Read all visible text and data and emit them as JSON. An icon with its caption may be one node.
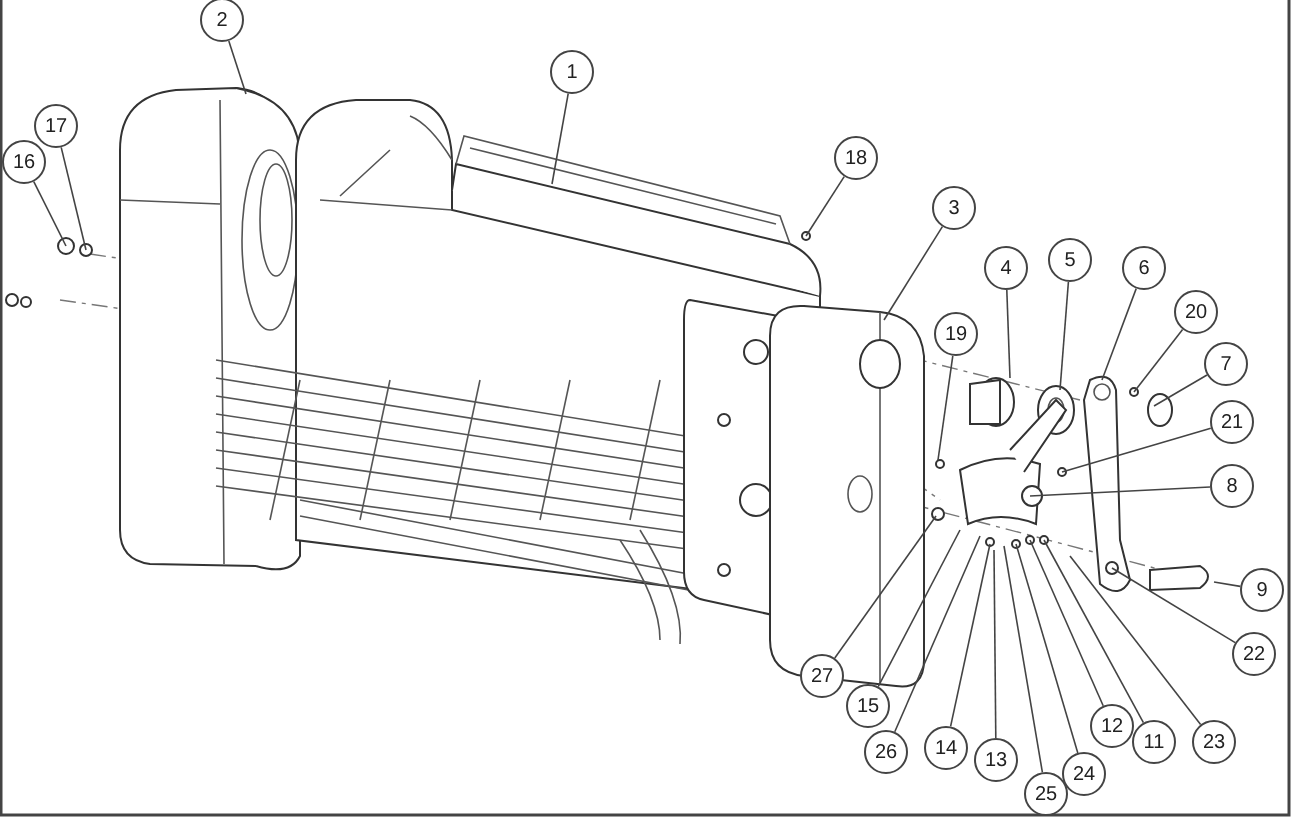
{
  "diagram": {
    "nodes": [
      {
        "text": [
          "2"
        ]
      },
      {
        "text": [
          "1"
        ]
      },
      {
        "text": [
          "17"
        ]
      },
      {
        "text": [
          "18"
        ]
      },
      {
        "text": [
          "16"
        ]
      },
      {
        "text": [
          "3"
        ]
      },
      {
        "text": [
          "5"
        ]
      },
      {
        "text": [
          "4"
        ]
      },
      {
        "text": [
          "6"
        ]
      },
      {
        "text": [
          "20"
        ]
      },
      {
        "text": [
          "19"
        ]
      },
      {
        "text": [
          "7"
        ]
      },
      {
        "text": [
          "21"
        ]
      },
      {
        "text": [
          "8"
        ]
      },
      {
        "text": [
          "9"
        ]
      },
      {
        "text": [
          "22"
        ]
      },
      {
        "text": [
          "27"
        ]
      },
      {
        "text": [
          "15"
        ]
      },
      {
        "text": [
          "12"
        ]
      },
      {
        "text": [
          "11"
        ]
      },
      {
        "text": [
          "23"
        ]
      },
      {
        "text": [
          "14"
        ]
      },
      {
        "text": [
          "26"
        ]
      },
      {
        "text": [
          "13"
        ]
      },
      {
        "text": [
          "24"
        ]
      },
      {
        "text": [
          "25"
        ]
      },
      {
        "text": [],
        "shape": "cylinder"
      }
    ],
    "edges": [
      {
        "from": 0,
        "to": null,
        "arrow": "none"
      },
      {
        "from": 1,
        "to": null,
        "arrow": "none"
      },
      {
        "from": 2,
        "to": null,
        "arrow": "none"
      },
      {
        "from": 3,
        "to": null,
        "arrow": "none"
      },
      {
        "from": 4,
        "to": null,
        "arrow": "none"
      },
      {
        "from": 5,
        "to": null,
        "arrow": "none"
      },
      {
        "from": 6,
        "to": null,
        "arrow": "none"
      },
      {
        "from": 7,
        "to": 26,
        "arrow": "none"
      },
      {
        "from": 8,
        "to": null,
        "arrow": "none"
      },
      {
        "from": 9,
        "to": null,
        "arrow": "none"
      },
      {
        "from": 10,
        "to": null,
        "arrow": "none"
      },
      {
        "from": 11,
        "to": null,
        "arrow": "none"
      },
      {
        "from": 12,
        "to": null,
        "arrow": "none"
      },
      {
        "from": 13,
        "to": null,
        "arrow": "none"
      },
      {
        "from": 14,
        "to": null,
        "arrow": "none"
      },
      {
        "from": 15,
        "to": null,
        "arrow": "none"
      },
      {
        "from": 16,
        "to": null,
        "arrow": "none"
      },
      {
        "from": 17,
        "to": null,
        "arrow": "none"
      },
      {
        "from": 18,
        "to": null,
        "arrow": "none"
      },
      {
        "from": 19,
        "to": null,
        "arrow": "none"
      },
      {
        "from": 20,
        "to": null,
        "arrow": "none"
      },
      {
        "from": 21,
        "to": null,
        "arrow": "none"
      },
      {
        "from": 22,
        "to": null,
        "arrow": "none"
      },
      {
        "from": 23,
        "to": null,
        "arrow": "none"
      },
      {
        "from": 24,
        "to": null,
        "arrow": "none"
      },
      {
        "from": 25,
        "to": null,
        "arrow": "none"
      }
    ]
  }
}
